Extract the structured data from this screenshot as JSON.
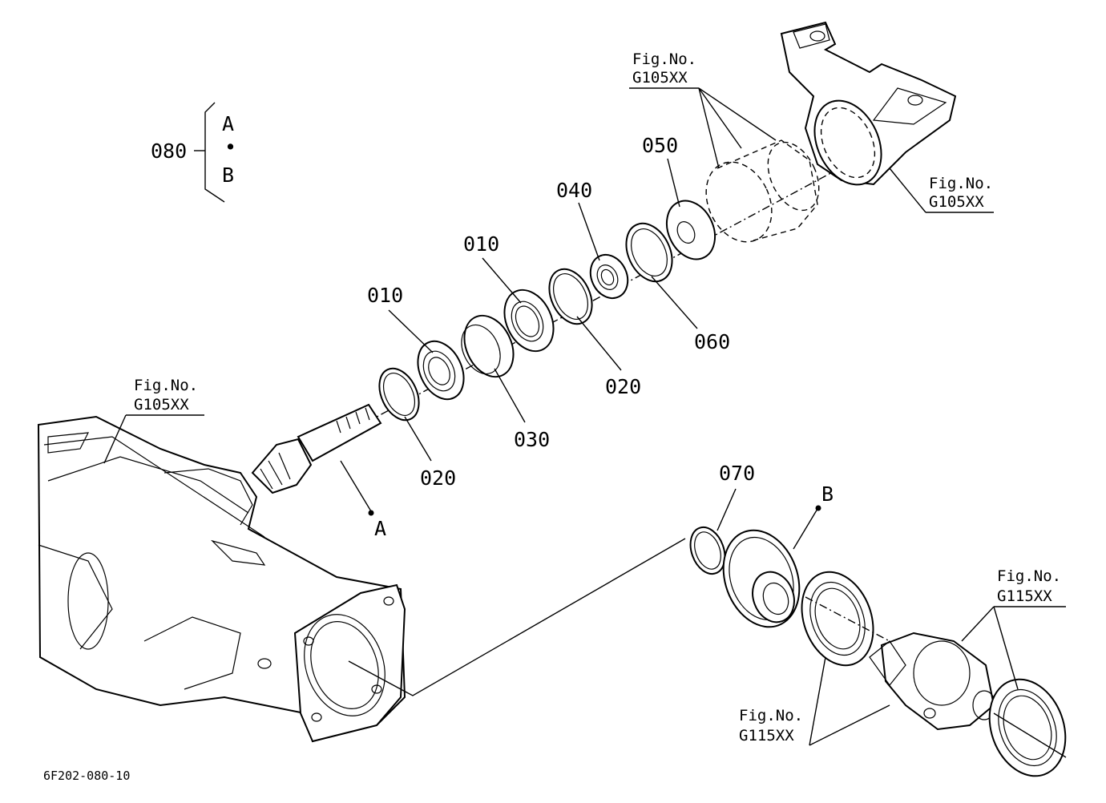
{
  "bracket": {
    "number": "080",
    "top": "A",
    "dot": "•",
    "bottom": "B"
  },
  "parts": {
    "p010a": "010",
    "p010b": "010",
    "p020a": "020",
    "p020b": "020",
    "p030": "030",
    "p040": "040",
    "p050": "050",
    "p060": "060",
    "p070": "070"
  },
  "refs": {
    "figno": "Fig.No.",
    "g105": "G105XX",
    "g115": "G115XX"
  },
  "markers": {
    "a": "A",
    "b": "B"
  },
  "drawing_code": "6F202-080-10"
}
